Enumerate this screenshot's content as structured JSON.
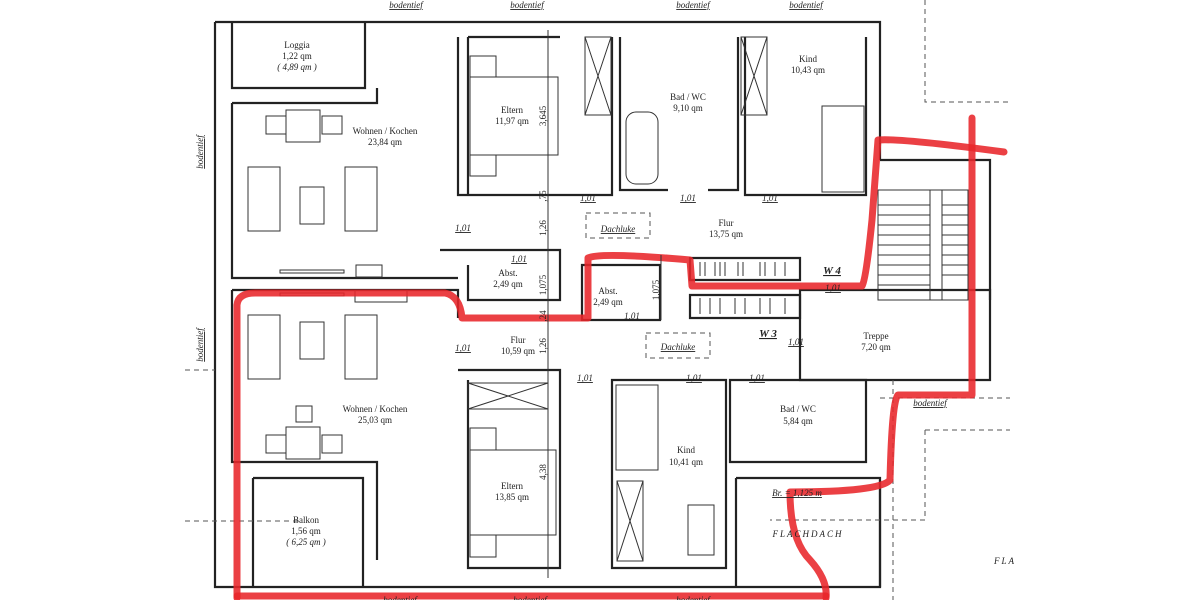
{
  "rooms": {
    "loggia": {
      "name": "Loggia",
      "area": "1,22 qm",
      "area_alt": "( 4,89 qm )"
    },
    "wohnen_top": {
      "name": "Wohnen / Kochen",
      "area": "23,84 qm"
    },
    "eltern_top": {
      "name": "Eltern",
      "area": "11,97 qm"
    },
    "bad_top": {
      "name": "Bad / WC",
      "area": "9,10 qm"
    },
    "kind_top": {
      "name": "Kind",
      "area": "10,43 qm"
    },
    "flur_top": {
      "name": "Flur",
      "area": "13,75 qm"
    },
    "abst_1": {
      "name": "Abst.",
      "area": "2,49 qm"
    },
    "abst_2": {
      "name": "Abst.",
      "area": "2,49 qm"
    },
    "treppe": {
      "name": "Treppe",
      "area": "7,20 qm"
    },
    "flur_bottom": {
      "name": "Flur",
      "area": "10,59 qm"
    },
    "wohnen_bottom": {
      "name": "Wohnen / Kochen",
      "area": "25,03 qm"
    },
    "eltern_bottom": {
      "name": "Eltern",
      "area": "13,85 qm"
    },
    "kind_bottom": {
      "name": "Kind",
      "area": "10,41 qm"
    },
    "bad_bottom": {
      "name": "Bad / WC",
      "area": "5,84 qm"
    },
    "balkon": {
      "name": "Balkon",
      "area": "1,56 qm",
      "area_alt": "( 6,25 qm )"
    }
  },
  "labels": {
    "bodentief": "bodentief",
    "dachluke": "Dachluke",
    "w4": "W 4",
    "w3": "W 3",
    "flachdach": "FLACHDACH",
    "flachdach_cut": "FLA",
    "breite": "Br. = 1,125 m",
    "door_width": "1,01"
  },
  "dimensions": {
    "eltern_top": "3,645",
    "eltern_bottom": "4,38",
    "flur_1": "1,26",
    "flur_2": "1,075",
    "flur_3": "1,26",
    "abst_2": "1,075",
    "small_1": ",24",
    "small_2": ",75"
  },
  "colors": {
    "walls": "#222222",
    "marker": "#e8252a"
  }
}
